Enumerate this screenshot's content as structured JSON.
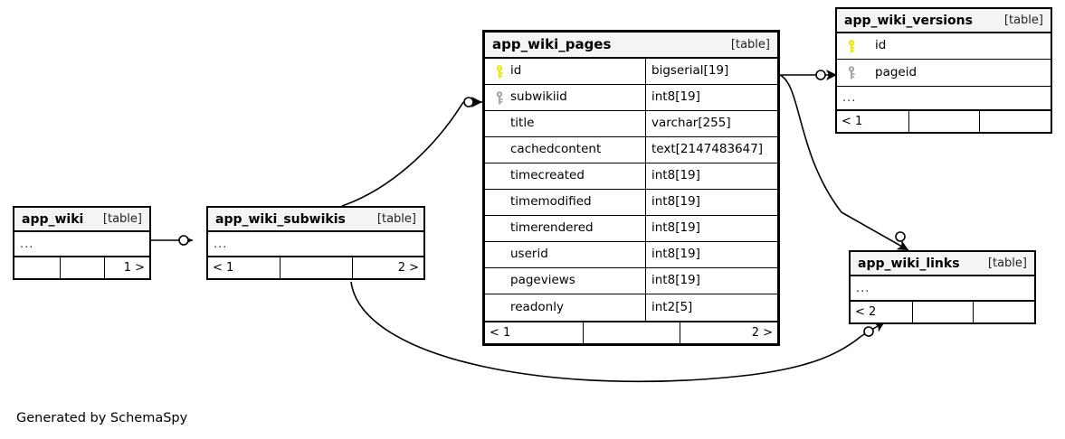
{
  "diagram": {
    "caption": "Generated by SchemaSpy",
    "kind_label": "[table]",
    "ellipsis": "...",
    "colors": {
      "primary_key": "#e8e800",
      "foreign_key": "#a8a8a8",
      "border": "#000000",
      "header_fill": "#f4f4f4",
      "background": "#ffffff"
    }
  },
  "tables": {
    "app_wiki": {
      "name": "app_wiki",
      "kind": "[table]",
      "ellipsis": "...",
      "footer": [
        "",
        "",
        "1 >"
      ]
    },
    "app_wiki_subwikis": {
      "name": "app_wiki_subwikis",
      "kind": "[table]",
      "ellipsis": "...",
      "footer": [
        "< 1",
        "",
        "2 >"
      ]
    },
    "app_wiki_pages": {
      "name": "app_wiki_pages",
      "kind": "[table]",
      "columns": [
        {
          "key": "primary",
          "name": "id",
          "type": "bigserial[19]"
        },
        {
          "key": "foreign",
          "name": "subwikiid",
          "type": "int8[19]"
        },
        {
          "key": "none",
          "name": "title",
          "type": "varchar[255]"
        },
        {
          "key": "none",
          "name": "cachedcontent",
          "type": "text[2147483647]"
        },
        {
          "key": "none",
          "name": "timecreated",
          "type": "int8[19]"
        },
        {
          "key": "none",
          "name": "timemodified",
          "type": "int8[19]"
        },
        {
          "key": "none",
          "name": "timerendered",
          "type": "int8[19]"
        },
        {
          "key": "none",
          "name": "userid",
          "type": "int8[19]"
        },
        {
          "key": "none",
          "name": "pageviews",
          "type": "int8[19]"
        },
        {
          "key": "none",
          "name": "readonly",
          "type": "int2[5]"
        }
      ],
      "footer": [
        "< 1",
        "",
        "2 >"
      ]
    },
    "app_wiki_versions": {
      "name": "app_wiki_versions",
      "kind": "[table]",
      "columns": [
        {
          "key": "primary",
          "name": "id"
        },
        {
          "key": "foreign",
          "name": "pageid"
        }
      ],
      "ellipsis": "...",
      "footer": [
        "< 1",
        "",
        ""
      ]
    },
    "app_wiki_links": {
      "name": "app_wiki_links",
      "kind": "[table]",
      "ellipsis": "...",
      "footer": [
        "< 2",
        "",
        ""
      ]
    }
  },
  "relationships": [
    {
      "from": "app_wiki",
      "to": "app_wiki_subwikis",
      "to_column": ""
    },
    {
      "from": "app_wiki_subwikis",
      "to": "app_wiki_pages",
      "to_column": "subwikiid"
    },
    {
      "from": "app_wiki_pages",
      "to": "app_wiki_versions",
      "to_column": "pageid"
    },
    {
      "from": "app_wiki_pages",
      "to": "app_wiki_links",
      "to_column": ""
    },
    {
      "from": "app_wiki_subwikis",
      "to": "app_wiki_links",
      "to_column": ""
    }
  ]
}
